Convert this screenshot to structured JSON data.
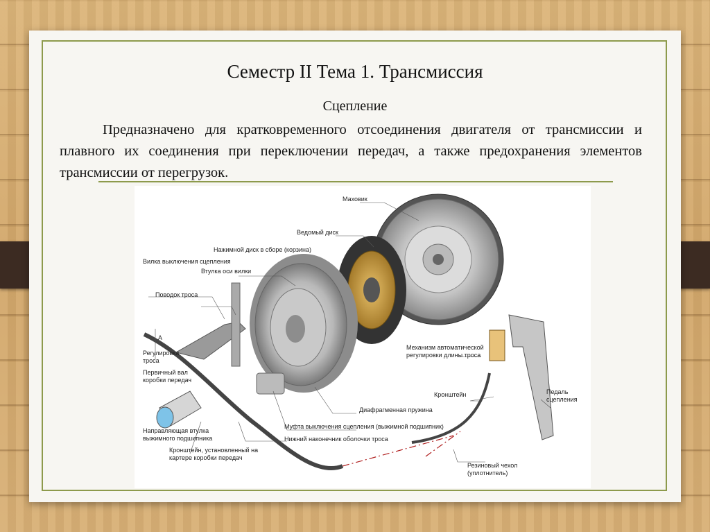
{
  "slide": {
    "title": "Семестр II Тема 1. Трансмиссия",
    "subtitle": "Сцепление",
    "body": "Предназначено для кратковременного отсоединения двигателя от трансмиссии и плавного их соединения при переключении передач, а также предохранения элементов трансмиссии от перегрузок."
  },
  "diagram": {
    "labels": {
      "flywheel": "Маховик",
      "driven_disc": "Ведомый диск",
      "pressure_plate": "Нажимной диск в сборе (корзина)",
      "release_fork": "Вилка выключения сцепления",
      "fork_axle_bushing": "Втулка оси вилки",
      "cable_leash": "Поводок троса",
      "dim_a": "A",
      "cable_adjust_1": "Регулировка",
      "cable_adjust_2": "троса",
      "input_shaft_1": "Первичный вал",
      "input_shaft_2": "коробки передач",
      "guide_bushing_1": "Направляющая втулка",
      "guide_bushing_2": "выжимного подшипника",
      "bracket_gearbox_1": "Кронштейн, установленный на",
      "bracket_gearbox_2": "картере коробки передач",
      "auto_adjust_1": "Механизм автоматической",
      "auto_adjust_2": "регулировки длины троса",
      "bracket": "Кронштейн",
      "pedal_1": "Педаль",
      "pedal_2": "сцепления",
      "diaphragm_spring": "Диафрагменная пружина",
      "release_bearing": "Муфта выключения сцепления (выжимной подшипник)",
      "lower_tip": "Нижний наконечник оболочки троса",
      "rubber_boot_1": "Резиновый чехол",
      "rubber_boot_2": "(уплотнитель)"
    }
  }
}
